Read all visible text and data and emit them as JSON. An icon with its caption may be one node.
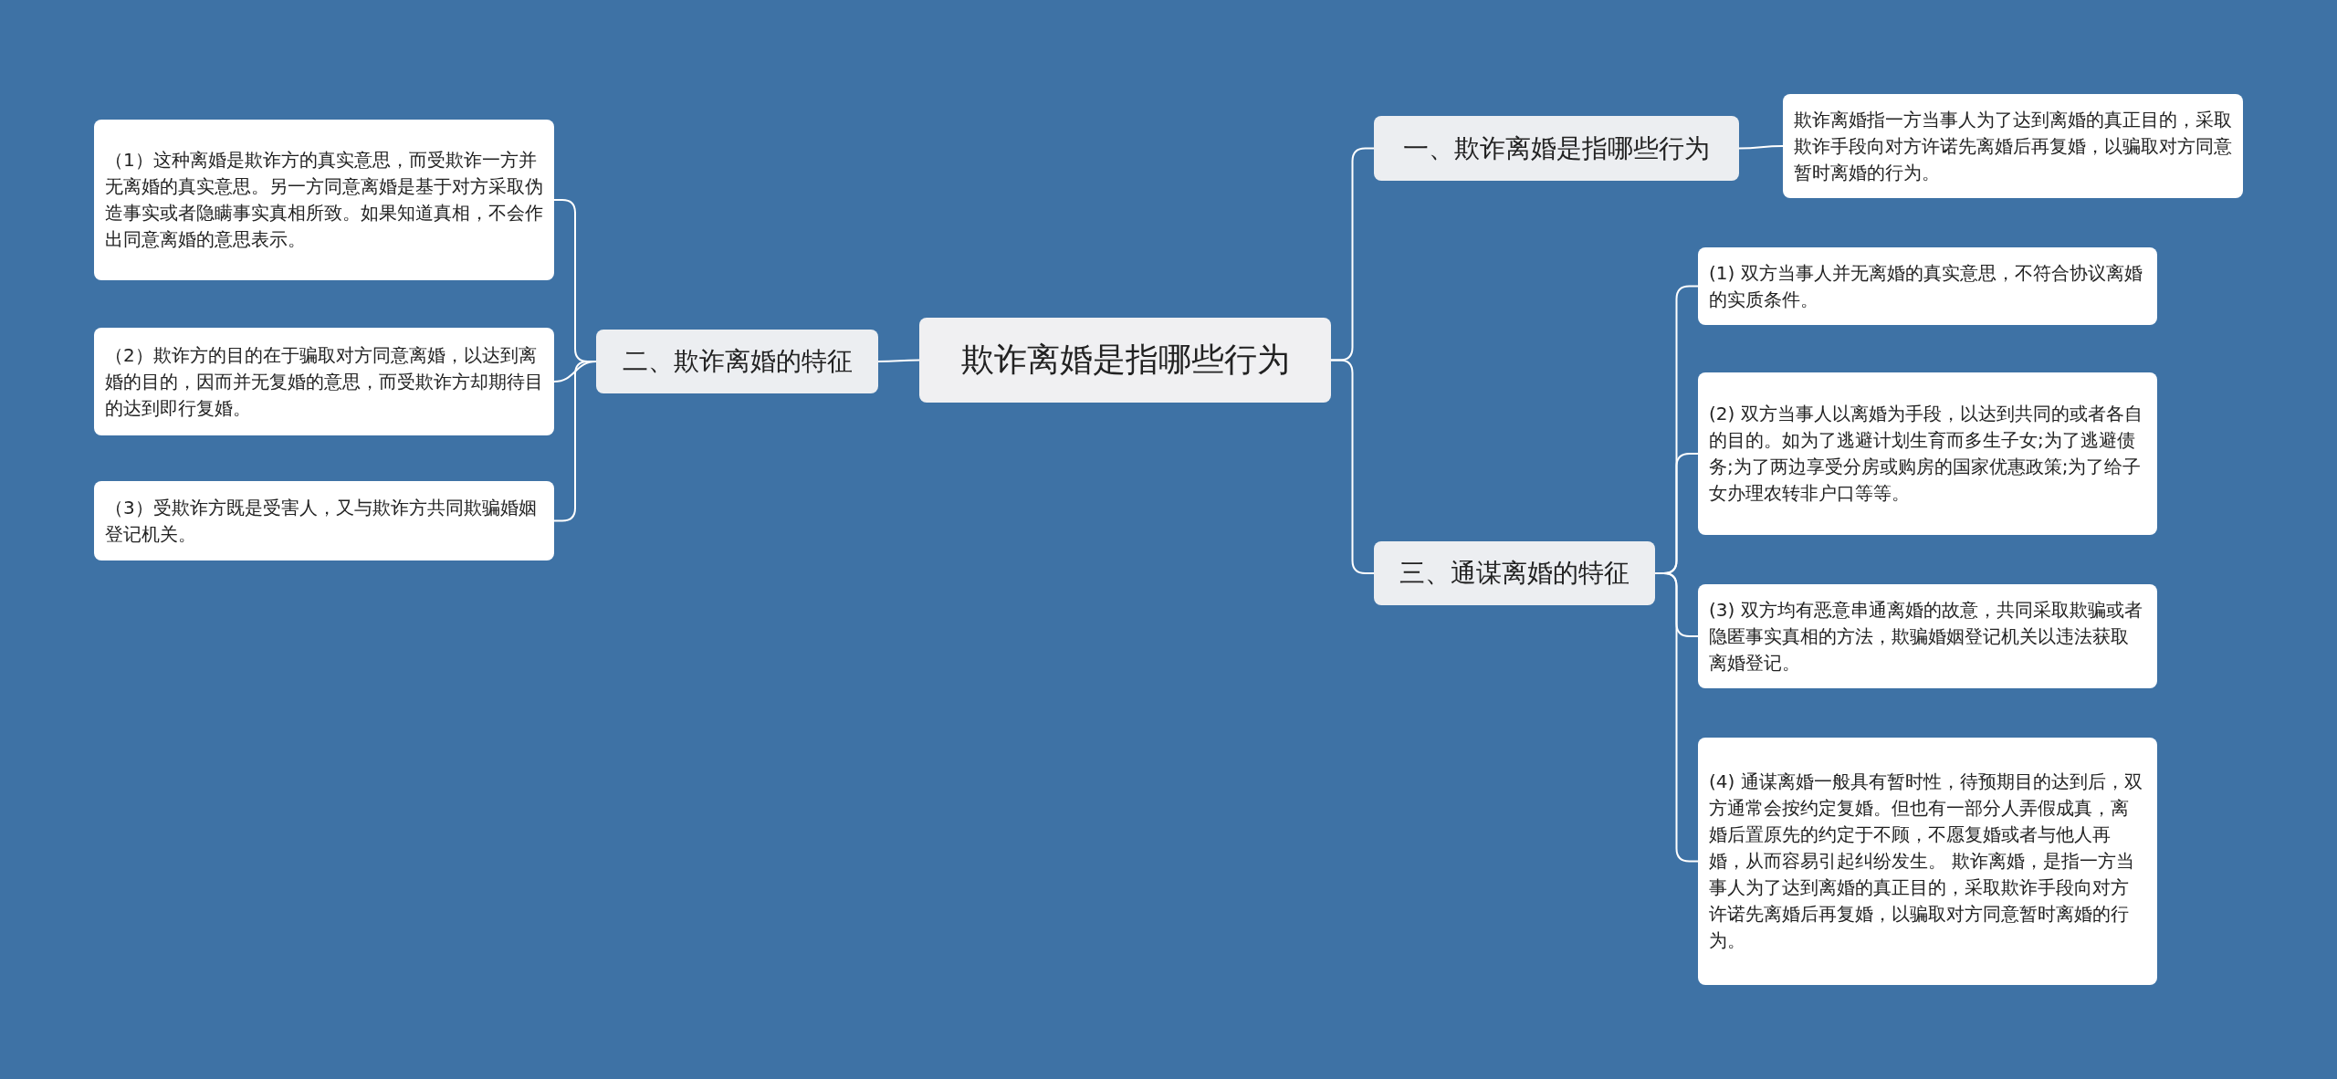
{
  "diagram": {
    "nodes": [
      {
        "text": [
          "欺诈离婚是指哪些行为"
        ]
      },
      {
        "text": [
          "一、欺诈离婚是指哪些行为"
        ]
      },
      {
        "text": [
          "欺诈离婚指一方当事人为了达到离婚的真正目的，采取欺诈手段向对方许诺先离婚后再复婚，以骗取对方同意暂时离婚的行为。"
        ]
      },
      {
        "text": [
          "二、欺诈离婚的特征"
        ]
      },
      {
        "text": [
          "（1）这种离婚是欺诈方的真实意思，而受欺诈一方并无离婚的真实意思。另一方同意离婚是基于对方采取伪造事实或者隐瞒事实真相所致。如果知道真相，不会作出同意离婚的意思表示。"
        ]
      },
      {
        "text": [
          "（2）欺诈方的目的在于骗取对方同意离婚，以达到离婚的目的，因而并无复婚的意思，而受欺诈方却期待目的达到即行复婚。"
        ]
      },
      {
        "text": [
          "（3）受欺诈方既是受害人，又与欺诈方共同欺骗婚姻登记机关。"
        ]
      },
      {
        "text": [
          "三、通谋离婚的特征"
        ]
      },
      {
        "text": [
          "(1) 双方当事人并无离婚的真实意思，不符合协议离婚的实质条件。"
        ]
      },
      {
        "text": [
          "(2) 双方当事人以离婚为手段，以达到共同的或者各自的目的。如为了逃避计划生育而多生子女;为了逃避债务;为了两边享受分房或购房的国家优惠政策;为了给子女办理农转非户口等等。"
        ]
      },
      {
        "text": [
          "(3) 双方均有恶意串通离婚的故意，共同采取欺骗或者隐匿事实真相的方法，欺骗婚姻登记机关以违法获取离婚登记。"
        ]
      },
      {
        "text": [
          "(4) 通谋离婚一般具有暂时性，待预期目的达到后，双方通常会按约定复婚。但也有一部分人弄假成真，离婚后置原先的约定于不顾，不愿复婚或者与他人再婚，从而容易引起纠纷发生。 欺诈离婚，是指一方当事人为了达到离婚的真正目的，采取欺诈手段向对方许诺先离婚后再复婚，以骗取对方同意暂时离婚的行为。"
        ]
      }
    ],
    "edges": [
      {
        "from": 0,
        "to": 1,
        "arrow": "none"
      },
      {
        "from": 1,
        "to": 2,
        "arrow": "none"
      },
      {
        "from": 0,
        "to": 3,
        "arrow": "none"
      },
      {
        "from": 3,
        "to": 4,
        "arrow": "none"
      },
      {
        "from": 3,
        "to": 5,
        "arrow": "none"
      },
      {
        "from": 3,
        "to": 6,
        "arrow": "none"
      },
      {
        "from": 0,
        "to": 7,
        "arrow": "none"
      },
      {
        "from": 7,
        "to": 8,
        "arrow": "none"
      },
      {
        "from": 7,
        "to": 9,
        "arrow": "none"
      },
      {
        "from": 7,
        "to": 10,
        "arrow": "none"
      },
      {
        "from": 7,
        "to": 11,
        "arrow": "none"
      }
    ]
  }
}
